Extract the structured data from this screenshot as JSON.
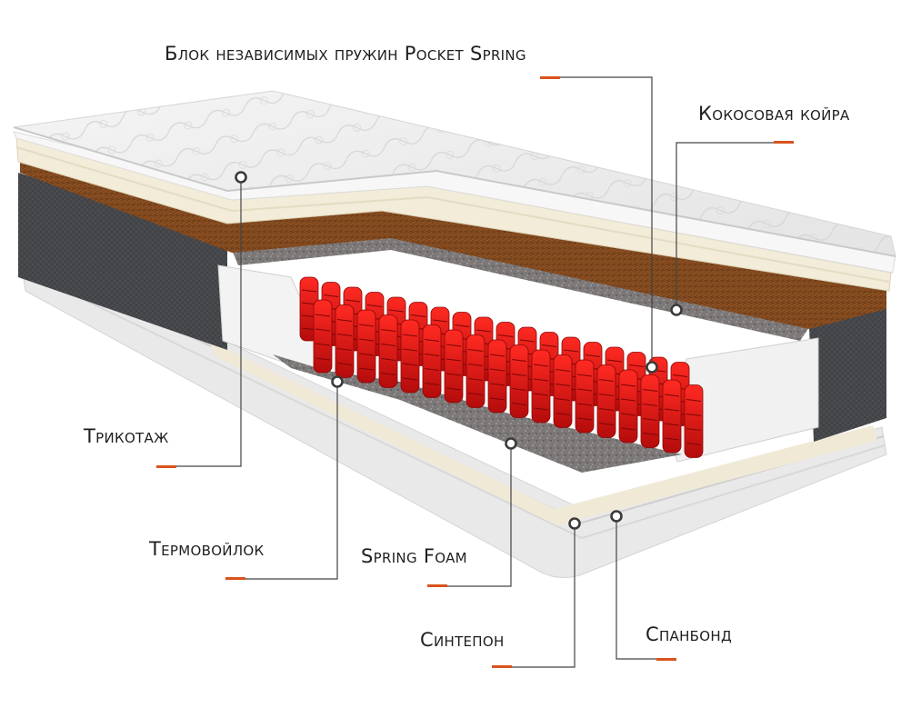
{
  "accent": "#d9531e",
  "labels": {
    "pocket_spring": "Блок независимых пружин Pocket Spring",
    "coir": "Кокосовая койра",
    "knit": "Трикотаж",
    "felt": "Термовойлок",
    "foam": "Spring Foam",
    "synthepon": "Синтепон",
    "spunbond": "Спанбонд"
  }
}
